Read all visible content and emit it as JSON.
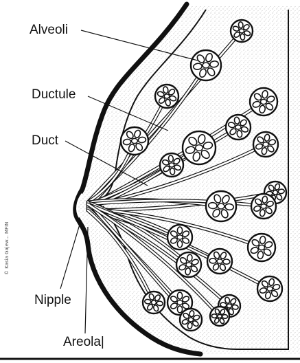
{
  "labels": {
    "alveoli": "Alveoli",
    "ductule": "Ductule",
    "duct": "Duct",
    "nipple": "Nipple",
    "areola": "Areola|"
  },
  "credit": "© Kasia Gajew... MFIN",
  "colors": {
    "ink": "#111111",
    "stipple": "#8a8a8a",
    "background": "#ffffff"
  }
}
